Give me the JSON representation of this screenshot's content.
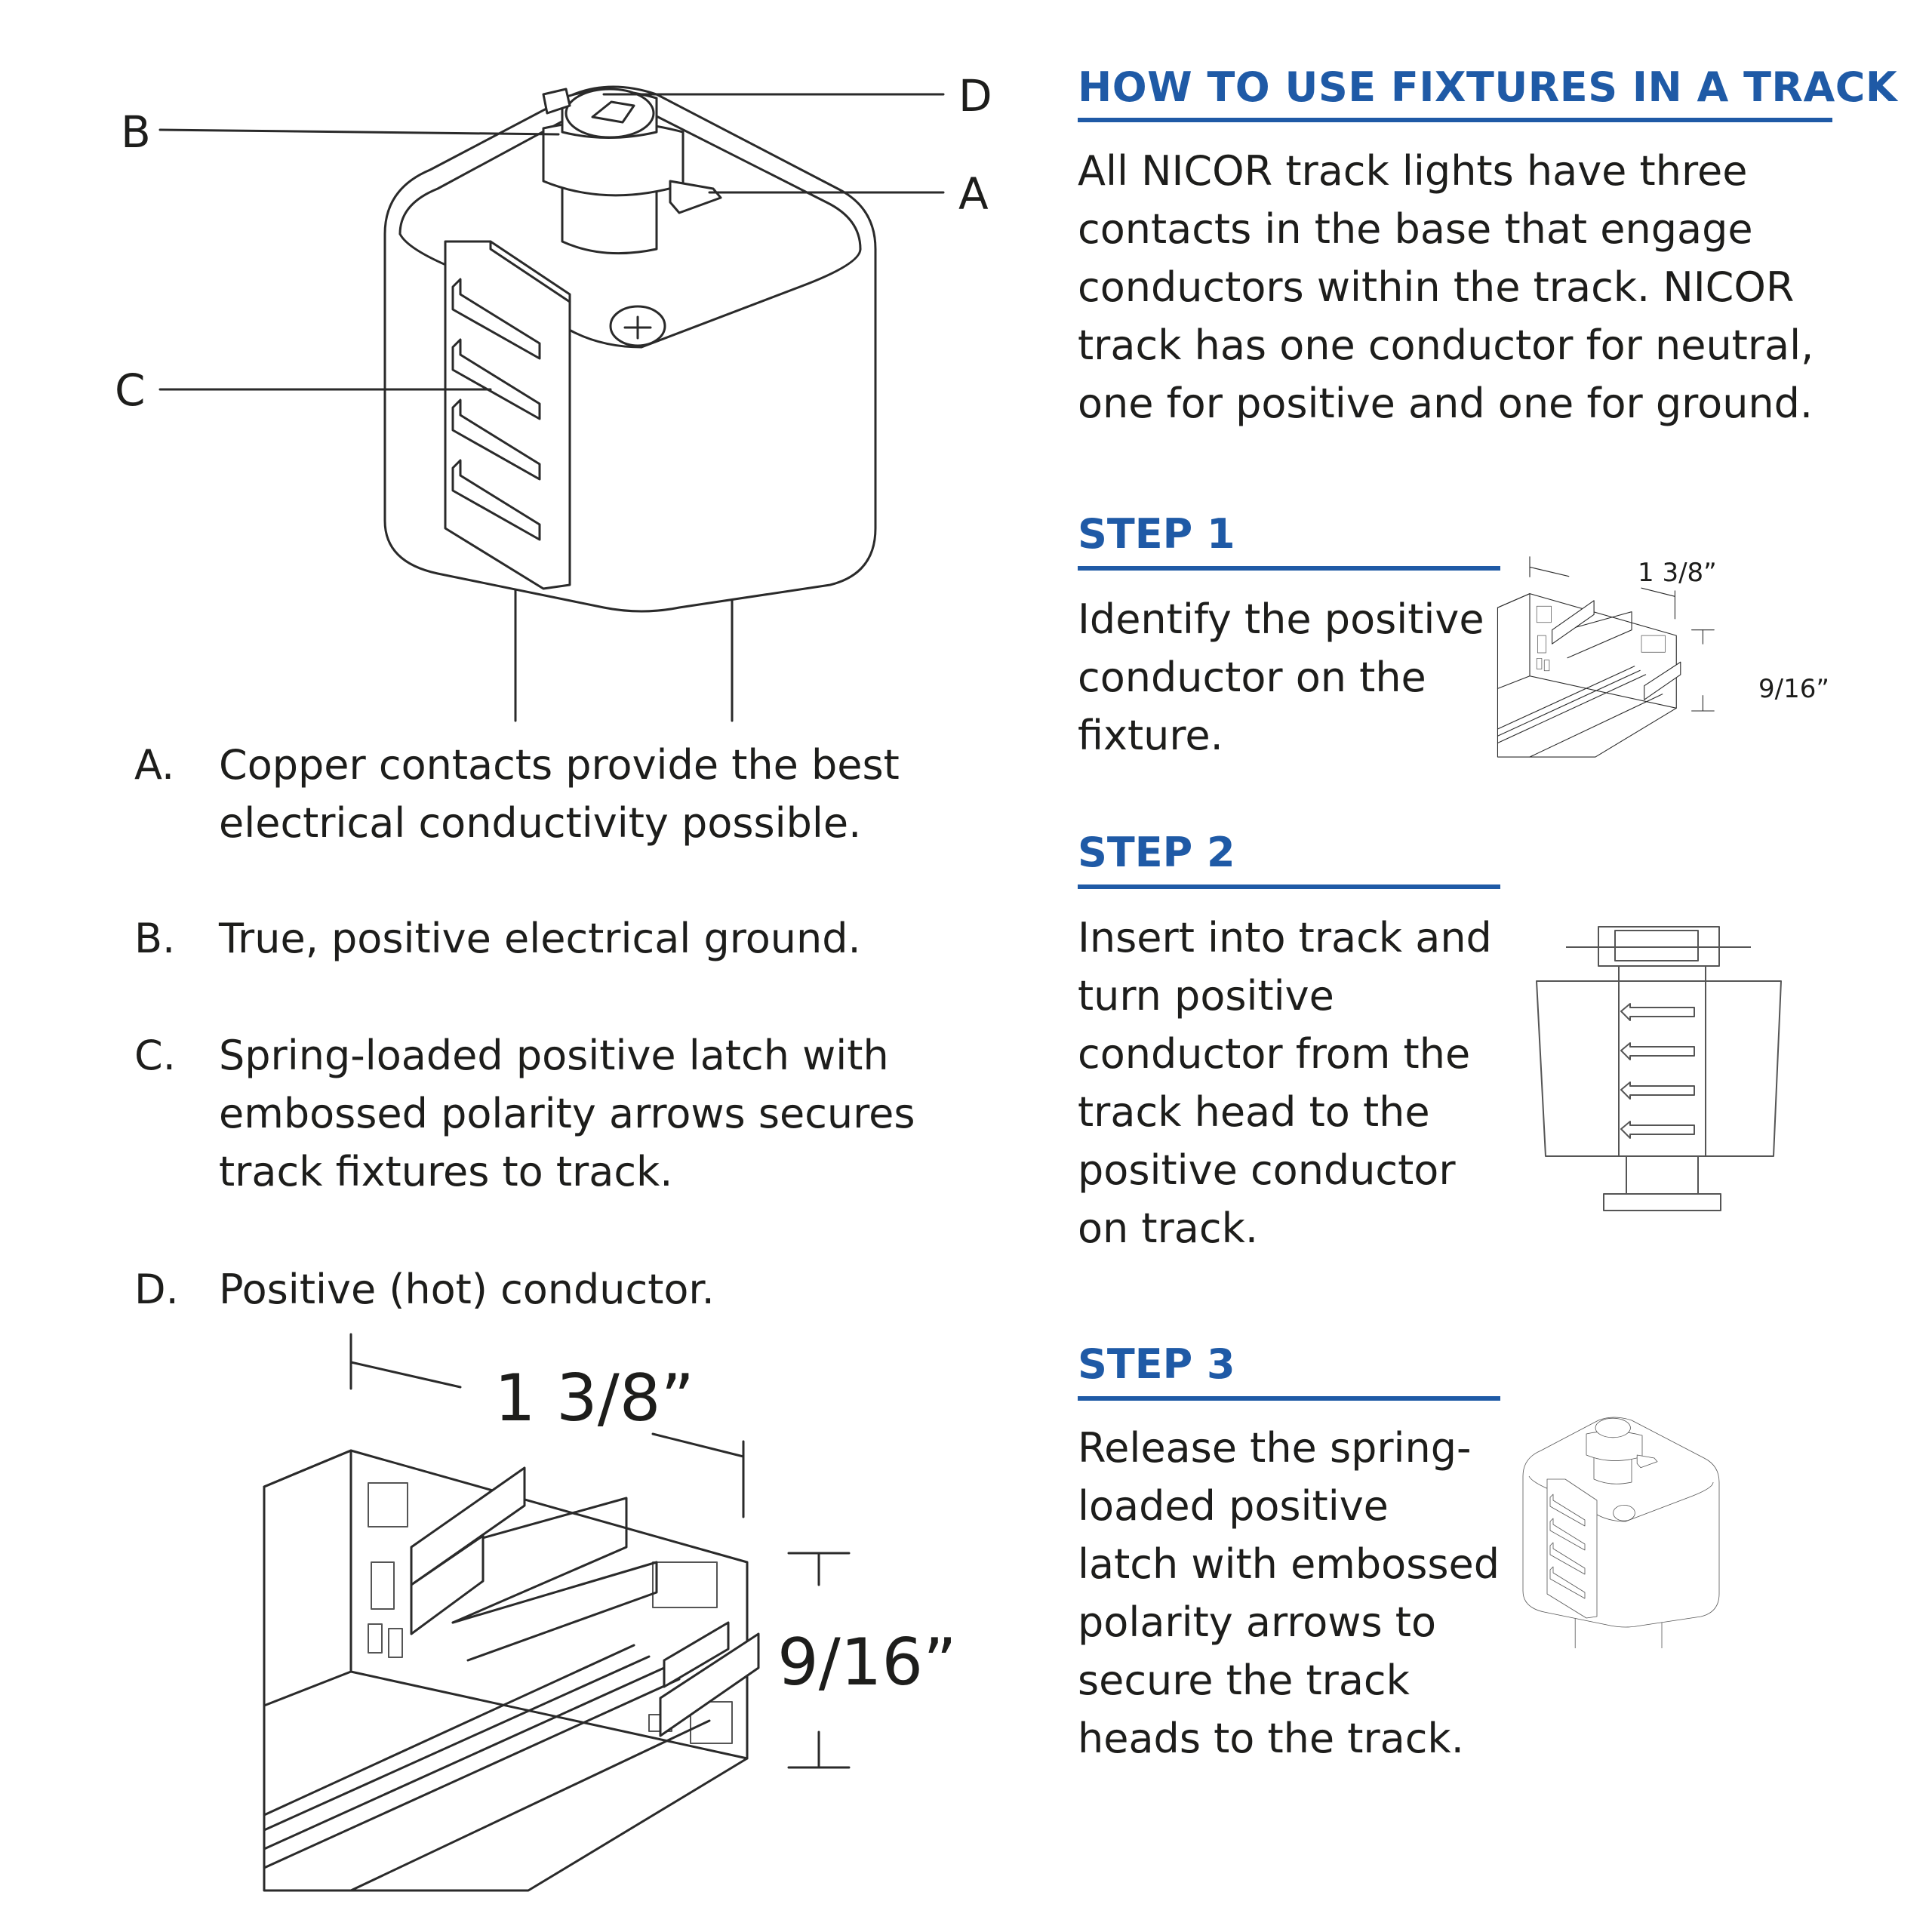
{
  "callouts": {
    "a": "A",
    "b": "B",
    "c": "C",
    "d": "D"
  },
  "features": [
    {
      "key": "A.",
      "text": "Copper contacts provide the best electrical conductivity possible."
    },
    {
      "key": "B.",
      "text": "True, positive electrical ground."
    },
    {
      "key": "C.",
      "text": "Spring-loaded positive latch with embossed polarity arrows secures track fixtures to track."
    },
    {
      "key": "D.",
      "text": "Positive (hot) conductor."
    }
  ],
  "track_dims": {
    "width": "1 3/8”",
    "height": "9/16”"
  },
  "guide": {
    "title": "HOW TO USE FIXTURES IN A TRACK",
    "intro": "All NICOR track lights have three contacts in the base that engage conductors within the track. NICOR track has one conductor for neutral, one for positive and one for ground."
  },
  "steps": [
    {
      "title": "STEP 1",
      "text": "Identify the positive conductor on the fixture."
    },
    {
      "title": "STEP 2",
      "text": "Insert into track and turn positive conductor from the track head to the positive conductor on track."
    },
    {
      "title": "STEP 3",
      "text": "Release the spring-loaded positive latch with embossed polarity arrows to secure the track heads to the track."
    }
  ],
  "accent_color": "#1f5aa6"
}
